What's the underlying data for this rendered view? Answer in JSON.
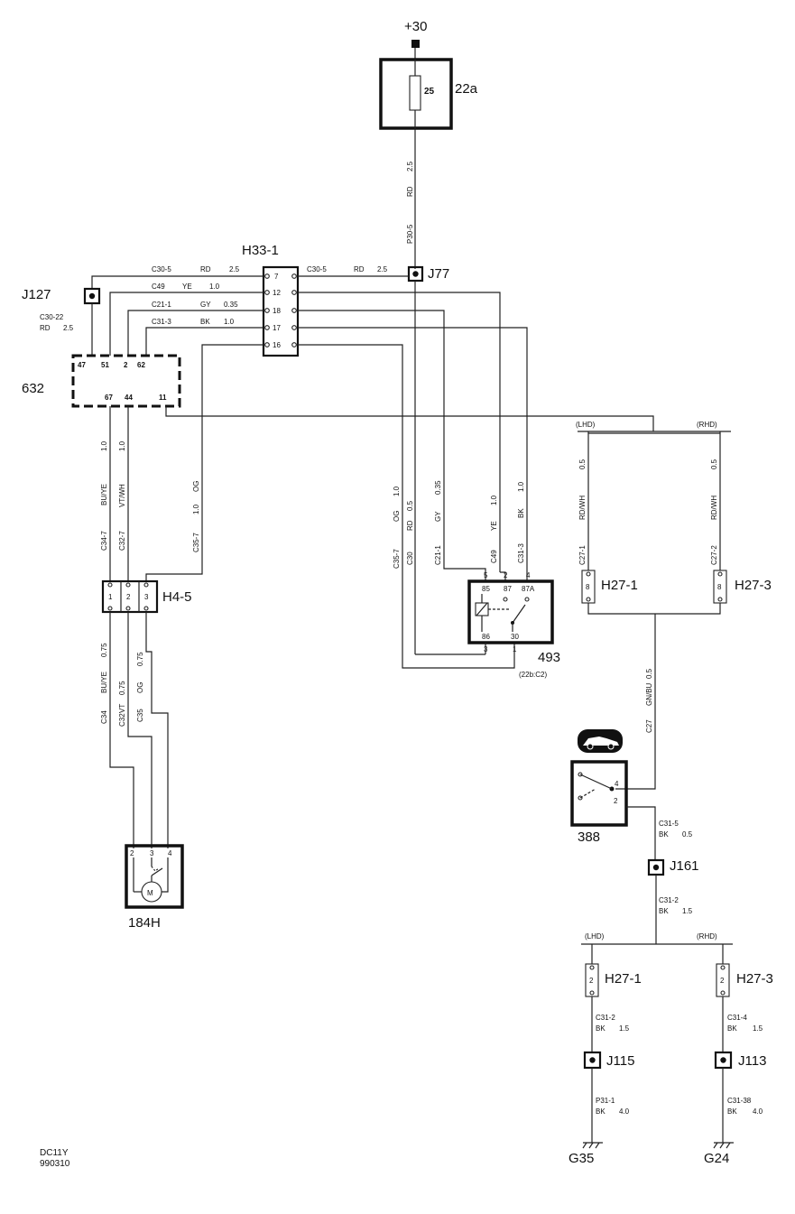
{
  "supply": "+30",
  "fuse": {
    "id": "22a",
    "pin": "25"
  },
  "splice_j77": "J77",
  "splice_j127": "J127",
  "splice_j161": "J161",
  "splice_j115": "J115",
  "splice_j113": "J113",
  "h33": {
    "id": "H33-1",
    "pins": [
      "7",
      "12",
      "18",
      "17",
      "16"
    ]
  },
  "module632": {
    "id": "632",
    "top_pins": [
      "47",
      "51",
      "2",
      "62"
    ],
    "bottom_pins": [
      "67",
      "44",
      "11"
    ]
  },
  "h45": {
    "id": "H4-5",
    "pins": [
      "1",
      "2",
      "3"
    ]
  },
  "relay493": {
    "id": "493",
    "ref": "(22b:C2)",
    "pins": {
      "p5": "5",
      "p2": "2",
      "p4": "4",
      "p85": "85",
      "p87": "87",
      "p87a": "87A",
      "p86": "86",
      "p30": "30",
      "p3": "3",
      "p1": "1"
    }
  },
  "switch388": {
    "id": "388",
    "p4": "4",
    "p2": "2"
  },
  "motor184": {
    "id": "184H",
    "pins": [
      "2",
      "3",
      "4"
    ],
    "symbol": "M"
  },
  "h27_top": {
    "lhd": "(LHD)",
    "rhd": "(RHD)",
    "left": "H27-1",
    "right": "H27-3",
    "pin": "8"
  },
  "h27_bot": {
    "lhd": "(LHD)",
    "rhd": "(RHD)",
    "left": "H27-1",
    "right": "H27-3",
    "pin": "2"
  },
  "grounds": {
    "left": "G35",
    "right": "G24"
  },
  "footer": {
    "line1": "DC11Y",
    "line2": "990310"
  },
  "wires": {
    "w_fuse_rd": "RD",
    "w_fuse_size": "2.5",
    "w_fuse_c": "P30-5",
    "h33_7_l": "C30-5",
    "h33_7_lc": "RD",
    "h33_7_ls": "2.5",
    "h33_7_r": "C30-5",
    "h33_7_rc": "RD",
    "h33_7_rs": "2.5",
    "h33_12": "C49",
    "h33_12c": "YE",
    "h33_12s": "1.0",
    "h33_18": "C21-1",
    "h33_18c": "GY",
    "h33_18s": "0.35",
    "h33_17": "C31-3",
    "h33_17c": "BK",
    "h33_17s": "1.0",
    "j127_c": "C30-22",
    "j127_cl": "RD",
    "j127_s": "2.5",
    "m67_s": "1.0",
    "m67_c": "BU/YE",
    "m67_id": "C34-7",
    "m44_s": "1.0",
    "m44_c": "VT/WH",
    "m44_id": "C32-7",
    "og16_s": "1.0",
    "og16_c": "OG",
    "og16_id": "C35-7",
    "r_og_s": "1.0",
    "r_og_c": "OG",
    "r_og_id": "C35-7",
    "r_rd_s": "0.5",
    "r_rd_c": "RD",
    "r_rd_id": "C30",
    "r_gy_s": "0.35",
    "r_gy_c": "GY",
    "r_gy_id": "C21-1",
    "r_ye_s": "1.0",
    "r_ye_c": "YE",
    "r_ye_id": "C49",
    "r_bk_s": "1.0",
    "r_bk_c": "BK",
    "r_bk_id": "C31-3",
    "lhd_s": "0.5",
    "lhd_c": "RD/WH",
    "lhd_id": "C27-1",
    "rhd_s": "0.5",
    "rhd_c": "RD/WH",
    "rhd_id": "C27-2",
    "gnbu_s": "0.5",
    "gnbu_c": "GN/BU",
    "gnbu_id": "C27",
    "b1_s": "0.75",
    "b1_c": "BU/YE",
    "b1_id": "C34",
    "b2_s": "0.75",
    "b2_c": "VT",
    "b2_id": "C32",
    "b3_s": "0.75",
    "b3_c": "OG",
    "b3_id": "C35",
    "c315": "C31-5",
    "c315c": "BK",
    "c315s": "0.5",
    "c312": "C31-2",
    "c312c": "BK",
    "c312s": "1.5",
    "c312b": "C31-2",
    "c312bc": "BK",
    "c312bs": "1.5",
    "c314": "C31-4",
    "c314c": "BK",
    "c314s": "1.5",
    "p311": "P31-1",
    "p311c": "BK",
    "p311s": "4.0",
    "c3138": "C31-38",
    "c3138c": "BK",
    "c3138s": "4.0"
  }
}
